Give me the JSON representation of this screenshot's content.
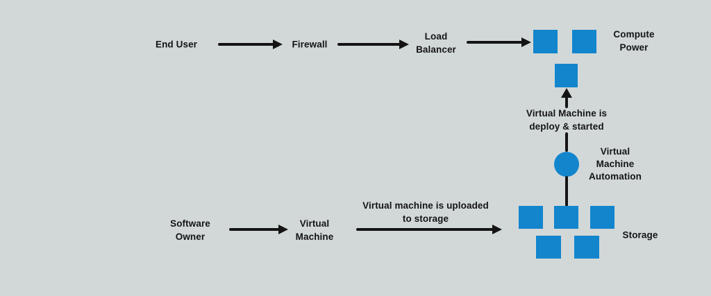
{
  "colors": {
    "background": "#d2d8d8",
    "node_blue": "#1285cd",
    "ink": "#141414"
  },
  "top_flow": {
    "end_user_label": "End User",
    "firewall_label": "Firewall",
    "load_balancer_label": "Load\nBalancer",
    "compute_power_label": "Compute\nPower",
    "compute_square_count": 3
  },
  "automation_flow": {
    "deploy_note": "Virtual Machine is\ndeploy & started",
    "automation_label": "Virtual\nMachine\nAutomation",
    "storage_label": "Storage",
    "storage_square_count": 5
  },
  "bottom_flow": {
    "software_owner_label": "Software\nOwner",
    "virtual_machine_label": "Virtual\nMachine",
    "upload_note": "Virtual machine is uploaded\nto storage"
  }
}
